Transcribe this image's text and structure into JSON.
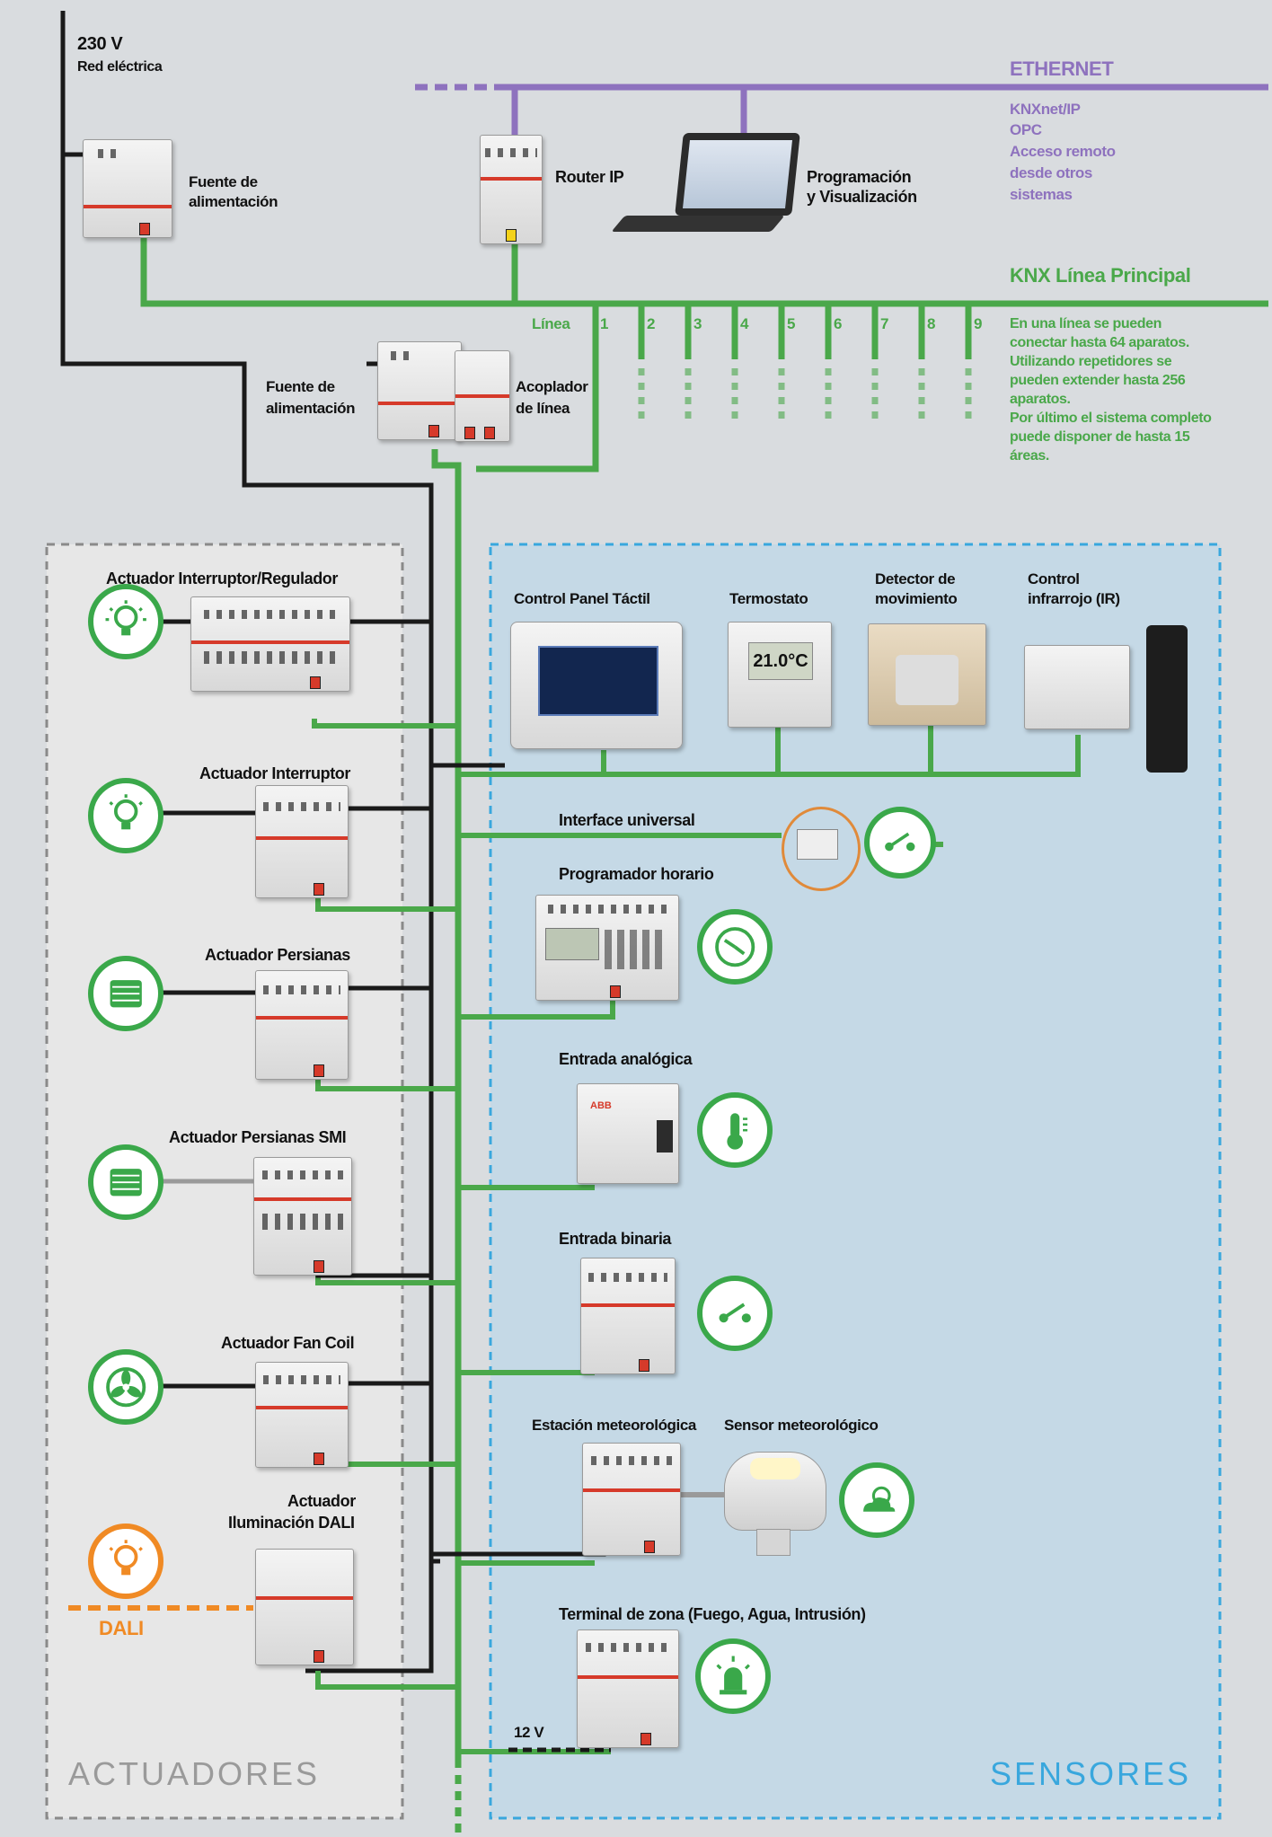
{
  "power": {
    "voltage": "230 V",
    "network": "Red eléctrica"
  },
  "ethernet": {
    "title": "ETHERNET",
    "lines": [
      "KNXnet/IP",
      "OPC",
      "Acceso remoto",
      "desde otros",
      "sistemas"
    ]
  },
  "top_devices": {
    "supply": [
      "Fuente de",
      "alimentación"
    ],
    "router": "Router IP",
    "programming": [
      "Programación",
      "y Visualización"
    ]
  },
  "knx_main": {
    "title": "KNX Línea Principal",
    "line_label": "Línea",
    "line_numbers": [
      "1",
      "2",
      "3",
      "4",
      "5",
      "6",
      "7",
      "8",
      "9"
    ],
    "notes": [
      "En una línea se pueden",
      "conectar hasta 64 aparatos.",
      "Utilizando repetidores se",
      "pueden extender hasta 256",
      "aparatos.",
      "Por último el sistema completo",
      "puede disponer de hasta 15",
      "áreas."
    ]
  },
  "line_devices": {
    "supply": [
      "Fuente de",
      "alimentación"
    ],
    "coupler": [
      "Acoplador",
      "de línea"
    ]
  },
  "actuators": {
    "section_label": "ACTUADORES",
    "items": [
      {
        "label": "Actuador Interruptor/Regulador",
        "icon": "bulb-icon"
      },
      {
        "label": "Actuador Interruptor",
        "icon": "bulb-icon"
      },
      {
        "label": "Actuador Persianas",
        "icon": "blinds-icon"
      },
      {
        "label": "Actuador Persianas SMI",
        "icon": "blinds-icon"
      },
      {
        "label": "Actuador Fan Coil",
        "icon": "fan-icon"
      },
      {
        "label": "Actuador Iluminación DALI",
        "label_lines": [
          "Actuador",
          "Iluminación DALI"
        ],
        "icon": "bulb-icon"
      }
    ],
    "dali_label": "DALI"
  },
  "sensors": {
    "section_label": "SENSORES",
    "panel_items": [
      {
        "label": "Control Panel Táctil"
      },
      {
        "label": "Termostato",
        "display": "21.0°C"
      },
      {
        "label_lines": [
          "Detector de",
          "movimiento"
        ]
      },
      {
        "label_lines": [
          "Control",
          "infrarrojo (IR)"
        ]
      }
    ],
    "items": [
      {
        "label": "Interface universal",
        "icon": "switch-icon"
      },
      {
        "label": "Programador horario",
        "icon": "clock-icon"
      },
      {
        "label": "Entrada analógica",
        "icon": "thermometer-icon"
      },
      {
        "label": "Entrada binaria",
        "icon": "switch-icon"
      },
      {
        "label": "Estación meteorológica",
        "icon": "weather-icon"
      },
      {
        "label": "Sensor meteorológico"
      },
      {
        "label": "Terminal de zona (Fuego, Agua, Intrusión)",
        "icon": "alarm-icon"
      }
    ],
    "voltage_12": "12 V"
  },
  "colors": {
    "green": "#4aa84a",
    "purple": "#8e72be",
    "orange": "#f08a24",
    "blue_dash": "#39a7dd",
    "bus_black": "#1a1a1a"
  }
}
